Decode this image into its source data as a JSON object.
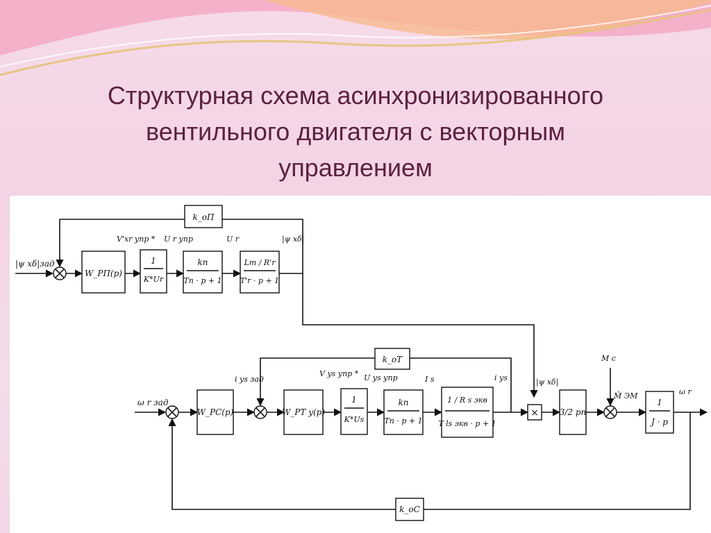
{
  "title": {
    "line1": "Структурная схема асинхронизированного",
    "line2": "вентильного двигателя с векторным",
    "line3": "управлением"
  },
  "colors": {
    "title": "#5b2140",
    "background": "#f6dbe9",
    "wave_pink": "#f28fb1",
    "wave_orange": "#f7b98d",
    "wave_gold": "#e7c17a"
  },
  "diagram": {
    "top_loop": {
      "input": "|ψ xδ|зад",
      "feedback_gain": "k_oП",
      "regulator": "W_РП(p)",
      "signal_v": "V'xr упр *",
      "signal_u_upr": "U r упр",
      "signal_u": "U r",
      "signal_psi": "|ψ xδ|",
      "block_1_num": "1",
      "block_1_den": "K*Ur",
      "block_2_num": "kп",
      "block_2_den": "Tп · p + 1",
      "block_3_num": "Lm / R'r",
      "block_3_den": "T'r · p + 1"
    },
    "bottom_loop": {
      "input": "ω r зад",
      "speed_feedback": "k_oC",
      "current_feedback": "k_oT",
      "speed_regulator": "W_PC(p)",
      "current_ref": "i ys зад",
      "current_regulator": "W_PT y(p)",
      "signal_v": "V ys упр *",
      "signal_u_upr": "U ys упр",
      "signal_is": "I s",
      "signal_iys": "i ys",
      "signal_psi": "|ψ xδ|",
      "block_1_num": "1",
      "block_1_den": "K*Us",
      "block_2_num": "kп",
      "block_2_den": "Tп · p + 1",
      "block_3_num": "1 / R s экв",
      "block_3_den": "T ls экв · p + 1",
      "multiplier": "×",
      "gain_block": "3/2 pп",
      "load_torque": "M c",
      "em_torque": "M̂ ЭМ",
      "mech_num": "1",
      "mech_den": "J · p",
      "output": "ω r"
    }
  }
}
